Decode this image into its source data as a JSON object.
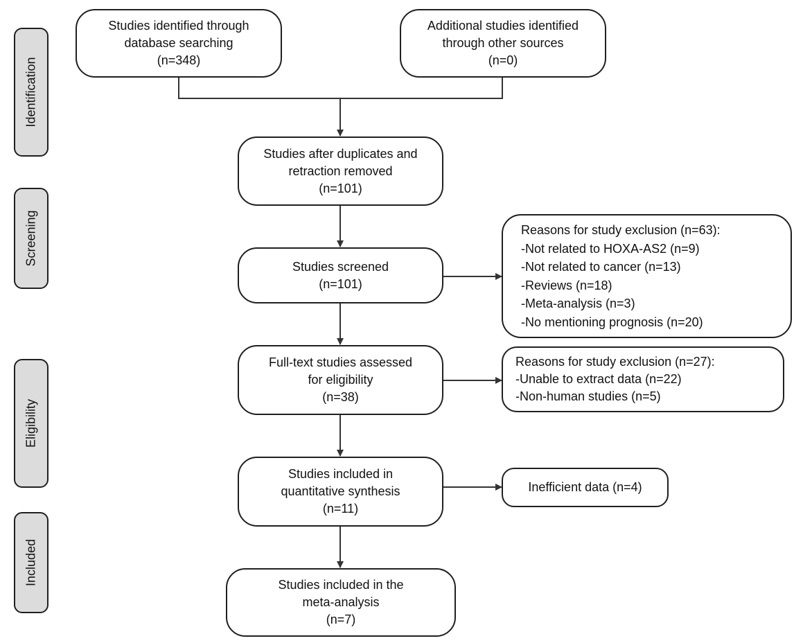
{
  "phases": {
    "identification": "Identification",
    "screening": "Screening",
    "eligibility": "Eligibility",
    "included": "Included"
  },
  "boxes": {
    "database": [
      "Studies identified through",
      "database searching",
      "(n=348)"
    ],
    "other_sources": [
      "Additional studies identified",
      "through other sources",
      "(n=0)"
    ],
    "duplicates_removed": [
      "Studies after duplicates and",
      "retraction removed",
      "(n=101)"
    ],
    "screened": [
      "Studies screened",
      "(n=101)"
    ],
    "full_text": [
      "Full-text studies assessed",
      "for eligibility",
      "(n=38)"
    ],
    "quantitative": [
      "Studies included in",
      "quantitative synthesis",
      "(n=11)"
    ],
    "meta_analysis": [
      "Studies included in the",
      "meta-analysis",
      "(n=7)"
    ]
  },
  "exclusions": {
    "screening": [
      "Reasons for study exclusion (n=63):",
      "-Not related to HOXA-AS2 (n=9)",
      "-Not related to cancer (n=13)",
      "-Reviews (n=18)",
      "-Meta-analysis (n=3)",
      "-No mentioning prognosis (n=20)"
    ],
    "eligibility": [
      "Reasons for study exclusion (n=27):",
      "-Unable to extract data (n=22)",
      "-Non-human studies (n=5)"
    ],
    "quantitative": [
      "Inefficient data (n=4)"
    ]
  }
}
